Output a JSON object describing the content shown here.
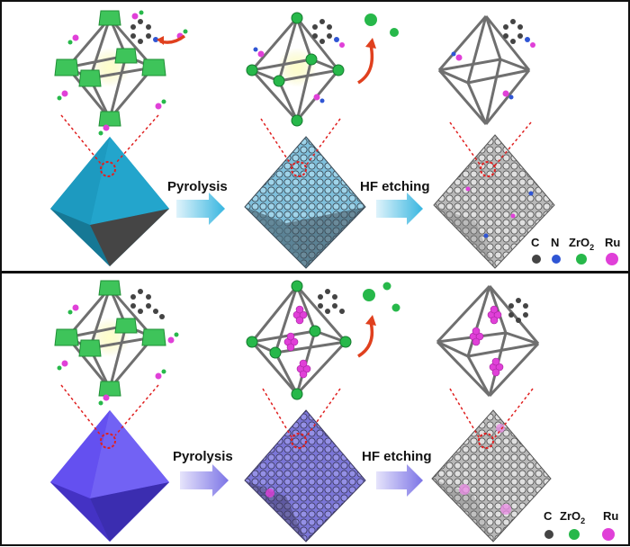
{
  "panels": [
    {
      "step1_label": "Pyrolysis",
      "step2_label": "HF etching",
      "legend": [
        {
          "symbol": "C",
          "color": "#444444"
        },
        {
          "symbol": "N",
          "color": "#2f55d4"
        },
        {
          "symbol": "ZrO",
          "subscript": "2",
          "color": "#27b84a"
        },
        {
          "symbol": "Ru",
          "color": "#e040d8"
        }
      ],
      "precursor_color": "#1b8fb0"
    },
    {
      "step1_label": "Pyrolysis",
      "step2_label": "HF etching",
      "legend": [
        {
          "symbol": "C",
          "color": "#444444"
        },
        {
          "symbol": "ZrO",
          "subscript": "2",
          "color": "#27b84a"
        },
        {
          "symbol": "Ru",
          "color": "#e040d8"
        }
      ],
      "precursor_color": "#5a44e6"
    }
  ]
}
